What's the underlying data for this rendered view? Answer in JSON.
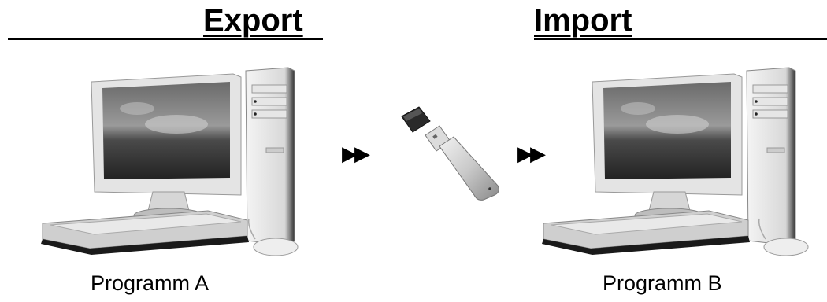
{
  "headings": {
    "export": "Export",
    "import": "Import"
  },
  "captions": {
    "program_a": "Programm A",
    "program_b": "Programm B"
  },
  "arrows": {
    "symbol": "▶▶"
  },
  "icons": {
    "computer": "desktop-computer-icon",
    "usb": "usb-stick-icon"
  },
  "colors": {
    "text": "#000000",
    "background": "#ffffff"
  }
}
